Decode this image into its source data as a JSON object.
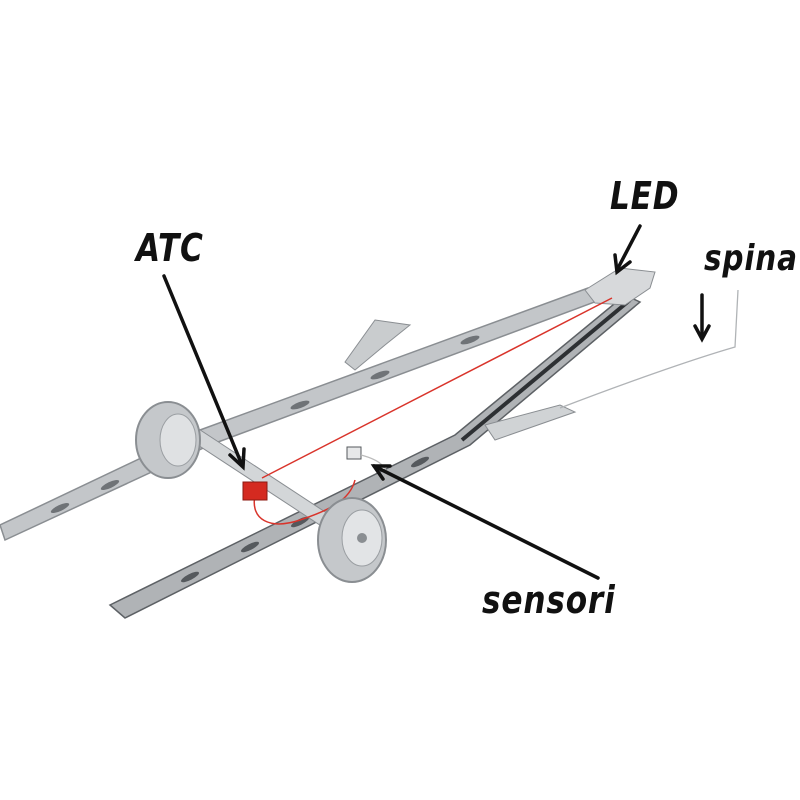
{
  "labels": {
    "led": "LED",
    "atc": "ATC",
    "spina": "spina",
    "sensori": "sensori"
  },
  "colors": {
    "frame": "#b9bcbf",
    "frame_dark": "#6f7377",
    "cable_red": "#d9342b",
    "light_red": "#d42a20",
    "text": "#111111"
  }
}
